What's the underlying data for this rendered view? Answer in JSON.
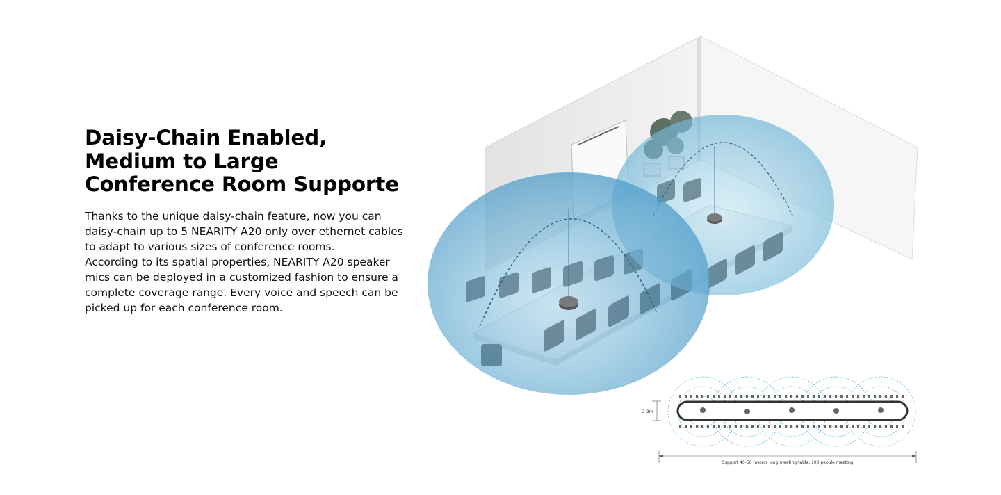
{
  "heading": "Daisy-Chain Enabled, Medium to Large Conference Room Supporte",
  "paragraphs": [
    "Thanks to the unique daisy-chain feature, now you can daisy-chain up to 5 NEARITY A20 only over ethernet cables to adapt to various sizes of conference rooms.",
    "According to its spatial properties, NEARITY A20 speaker mics can be deployed in a customized fashion to ensure a complete coverage range. Every voice and speech can be picked up for each conference room."
  ],
  "illustration": {
    "mic_count": 2,
    "coverage_color": "#6fb4d6",
    "wall_color": "#f1f1f1"
  },
  "diagram": {
    "width_label": "2-3m",
    "caption": "Support 40-50 meters long meeting table, 100 people meeting",
    "mic_count": 5
  }
}
